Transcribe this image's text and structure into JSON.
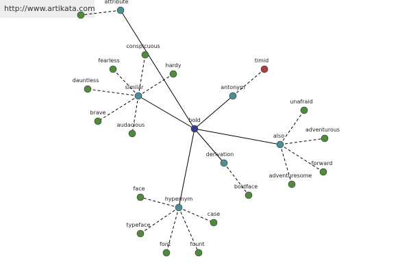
{
  "watermark": {
    "url": "http://www.artikata.com"
  },
  "colors": {
    "root": "#3b3b8f",
    "relation": "#4a8f92",
    "term": "#4f8a3d",
    "antonym_term": "#b23b3b",
    "edge": "#000000"
  },
  "graph": {
    "root": {
      "id": "bold",
      "label": "bold"
    },
    "relations": [
      {
        "id": "attribute",
        "label": "attribute"
      },
      {
        "id": "similar",
        "label": "similar"
      },
      {
        "id": "antonym",
        "label": "antonym"
      },
      {
        "id": "also",
        "label": "also"
      },
      {
        "id": "derivation",
        "label": "derivation"
      },
      {
        "id": "hypernym",
        "label": "hypernym"
      }
    ],
    "terms": [
      {
        "id": "attr-term",
        "label": "",
        "relation": "attribute"
      },
      {
        "id": "conspicuous",
        "label": "conspicuous",
        "relation": "similar"
      },
      {
        "id": "fearless",
        "label": "fearless",
        "relation": "similar"
      },
      {
        "id": "hardy",
        "label": "hardy",
        "relation": "similar"
      },
      {
        "id": "dauntless",
        "label": "dauntless",
        "relation": "similar"
      },
      {
        "id": "brave",
        "label": "brave",
        "relation": "similar"
      },
      {
        "id": "audacious",
        "label": "audacious",
        "relation": "similar"
      },
      {
        "id": "timid",
        "label": "timid",
        "relation": "antonym",
        "antonym": true
      },
      {
        "id": "unafraid",
        "label": "unafraid",
        "relation": "also"
      },
      {
        "id": "adventurous",
        "label": "adventurous",
        "relation": "also"
      },
      {
        "id": "forward",
        "label": "forward",
        "relation": "also"
      },
      {
        "id": "adventuresome",
        "label": "adventuresome",
        "relation": "also"
      },
      {
        "id": "boldface",
        "label": "boldface",
        "relation": "derivation"
      },
      {
        "id": "face",
        "label": "face",
        "relation": "hypernym"
      },
      {
        "id": "case",
        "label": "case",
        "relation": "hypernym"
      },
      {
        "id": "typeface",
        "label": "typeface",
        "relation": "hypernym"
      },
      {
        "id": "font",
        "label": "font",
        "relation": "hypernym"
      },
      {
        "id": "fount",
        "label": "fount",
        "relation": "hypernym"
      }
    ]
  }
}
